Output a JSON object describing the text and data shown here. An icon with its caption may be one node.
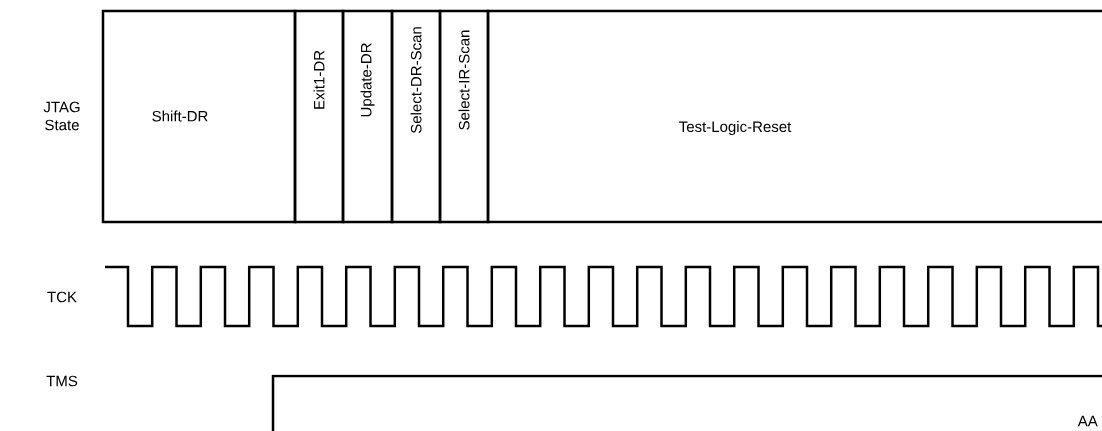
{
  "diagram": {
    "nodes": [
      {
        "text": [
          "Shift-DR"
        ]
      },
      {
        "text": [
          "Exit1-DR"
        ]
      },
      {
        "text": [
          "Update-DR"
        ]
      },
      {
        "text": [
          "Select-DR-Scan"
        ]
      },
      {
        "text": [
          "Select-IR-Scan"
        ]
      },
      {
        "text": [
          "Test-Logic-Reset"
        ]
      }
    ],
    "labels": [
      "JTAG State",
      "TCK",
      "TMS",
      "AA"
    ]
  }
}
